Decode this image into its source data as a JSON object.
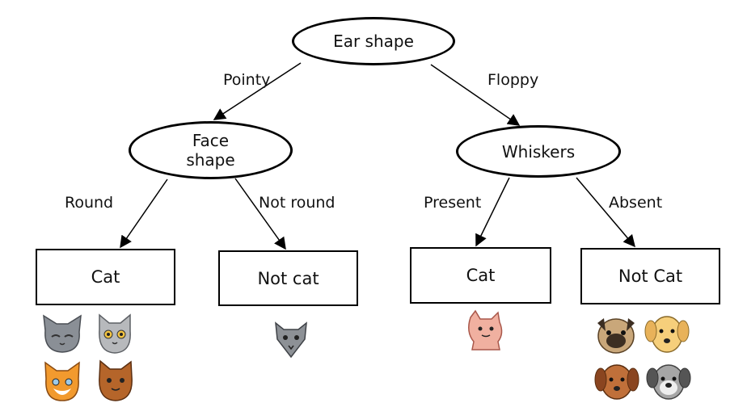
{
  "tree": {
    "root": {
      "label": "Ear shape"
    },
    "left": {
      "edge_label": "Pointy",
      "label": "Face\nshape",
      "left_edge_label": "Round",
      "left_leaf": "Cat",
      "right_edge_label": "Not round",
      "right_leaf": "Not cat"
    },
    "right": {
      "edge_label": "Floppy",
      "label": "Whiskers",
      "left_edge_label": "Present",
      "left_leaf": "Cat",
      "right_edge_label": "Absent",
      "right_leaf": "Not Cat"
    }
  },
  "icons": [
    "gray-cat-icon",
    "gray-cat-icon",
    "orange-cat-icon",
    "brown-cat-icon",
    "gray-cat-icon",
    "pink-cat-icon",
    "pug-dog-icon",
    "golden-dog-icon",
    "brown-dog-icon",
    "gray-dog-icon"
  ],
  "colors": {
    "gray_cat": "#8a8f96",
    "orange_cat": "#f29a2e",
    "brown_cat": "#b5652a",
    "pink_cat": "#f0b0a0",
    "dog_tan": "#c9a77a",
    "dog_golden": "#f6cf7b",
    "dog_brown": "#c0703a",
    "dog_gray": "#a6a6a6"
  }
}
